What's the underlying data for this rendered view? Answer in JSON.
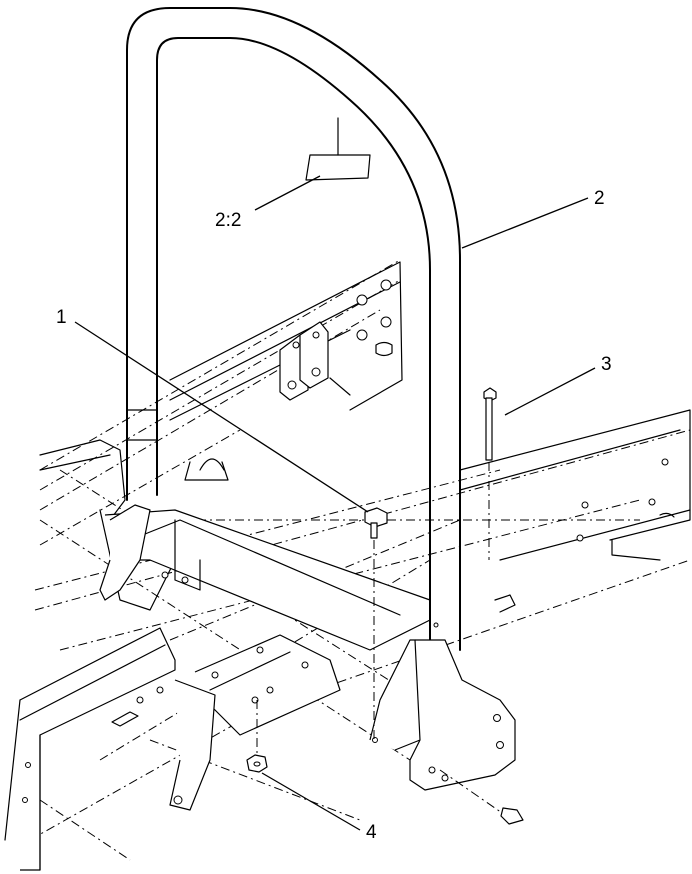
{
  "callouts": {
    "item1": "1",
    "item2": "2",
    "item3": "3",
    "item4": "4",
    "decal_ref": "2:2"
  }
}
